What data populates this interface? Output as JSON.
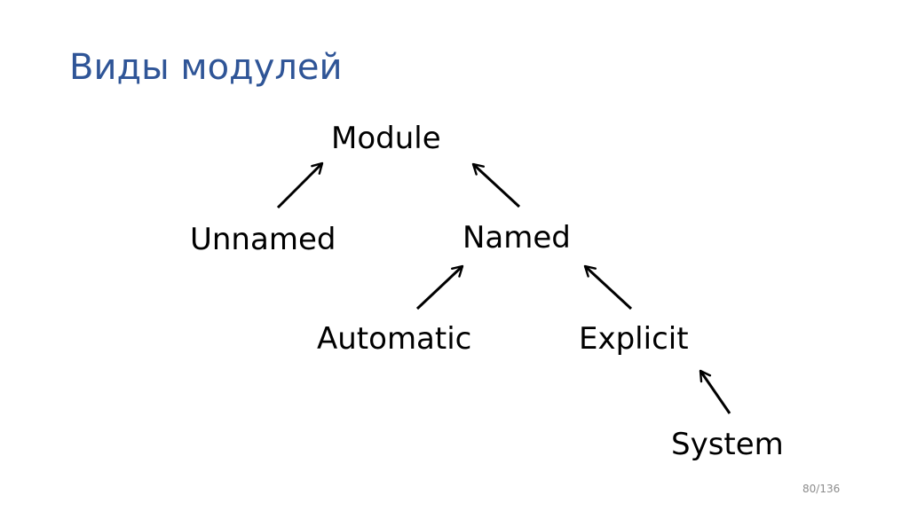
{
  "slide": {
    "title": "Виды модулей",
    "page_number": "80/136"
  },
  "diagram": {
    "nodes": {
      "module": "Module",
      "unnamed": "Unnamed",
      "named": "Named",
      "automatic": "Automatic",
      "explicit": "Explicit",
      "system": "System"
    },
    "edges": [
      {
        "from": "unnamed",
        "to": "module"
      },
      {
        "from": "named",
        "to": "module"
      },
      {
        "from": "automatic",
        "to": "named"
      },
      {
        "from": "explicit",
        "to": "named"
      },
      {
        "from": "system",
        "to": "explicit"
      }
    ],
    "line_color": "#000000"
  }
}
